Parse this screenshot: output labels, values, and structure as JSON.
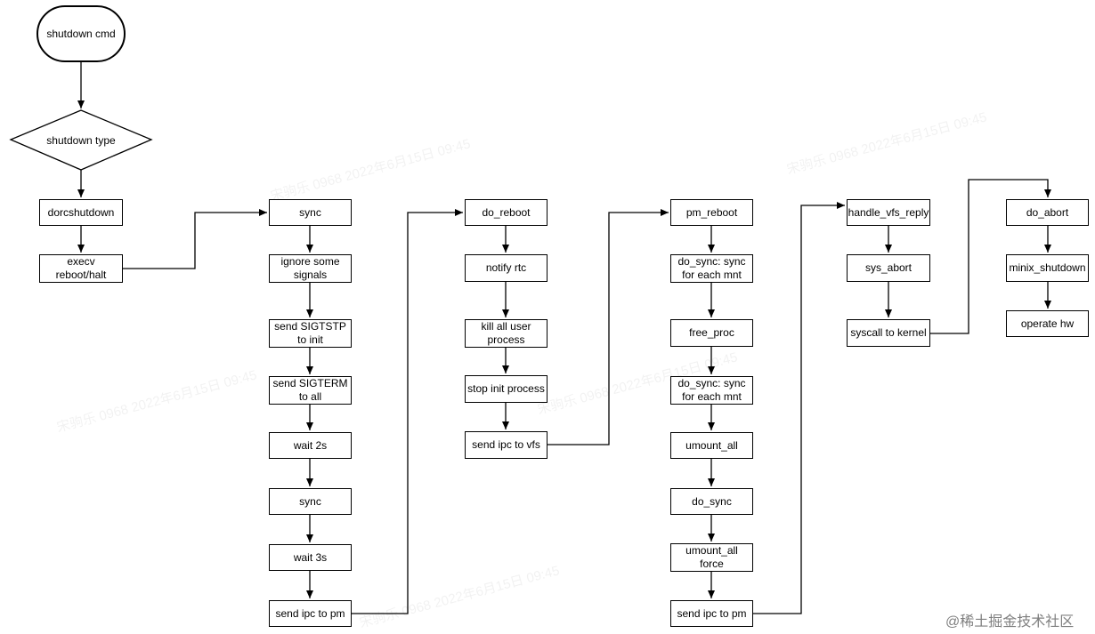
{
  "nodes": {
    "start": "shutdown cmd",
    "decision": "shutdown type",
    "dorcshutdown": "dorcshutdown",
    "execv": "execv\nreboot/halt",
    "sync1": "sync",
    "ignore": "ignore some\nsignals",
    "sigtstp": "send SIGTSTP\nto init",
    "sigterm": "send SIGTERM\nto all",
    "wait2": "wait 2s",
    "sync2": "sync",
    "wait3": "wait 3s",
    "ipc_pm1": "send ipc to pm",
    "do_reboot": "do_reboot",
    "notify_rtc": "notify rtc",
    "kill_all": "kill all user\nprocess",
    "stop_init": "stop init process",
    "ipc_vfs": "send ipc to vfs",
    "pm_reboot": "pm_reboot",
    "do_sync_a": "do_sync:  sync\nfor each mnt",
    "free_proc": "free_proc",
    "do_sync_b": "do_sync:  sync\nfor each mnt",
    "umount_all": "umount_all",
    "do_sync": "do_sync",
    "umount_force": "umount_all\nforce",
    "ipc_pm2": "send ipc to pm",
    "handle_vfs": "handle_vfs_reply",
    "sys_abort": "sys_abort",
    "syscall": "syscall to kernel",
    "do_abort": "do_abort",
    "minix_shutdown": "minix_shutdown",
    "operate_hw": "operate hw"
  },
  "brand_text": "@稀土掘金技术社区"
}
